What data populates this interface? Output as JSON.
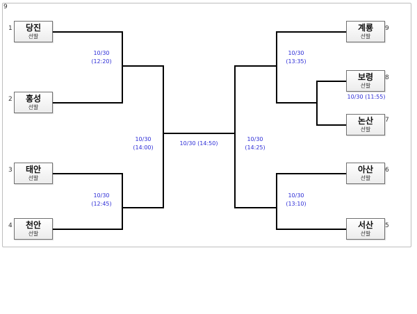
{
  "corner_label": "9",
  "teams": [
    {
      "seed": "1",
      "name": "당진",
      "status": "선발"
    },
    {
      "seed": "2",
      "name": "홍성",
      "status": "선발"
    },
    {
      "seed": "3",
      "name": "태안",
      "status": "선발"
    },
    {
      "seed": "4",
      "name": "천안",
      "status": "선발"
    },
    {
      "seed": "9",
      "name": "계룡",
      "status": "선발"
    },
    {
      "seed": "8",
      "name": "보령",
      "status": "선발"
    },
    {
      "seed": "7",
      "name": "논산",
      "status": "선발"
    },
    {
      "seed": "6",
      "name": "아산",
      "status": "선발"
    },
    {
      "seed": "5",
      "name": "서산",
      "status": "선발"
    }
  ],
  "matches": {
    "left_top": {
      "date": "10/30",
      "time": "(12:20)"
    },
    "left_bottom": {
      "date": "10/30",
      "time": "(12:45)"
    },
    "left_semi": {
      "date": "10/30",
      "time": "(14:00)"
    },
    "final": "10/30 (14:50)",
    "right_semi": {
      "date": "10/30",
      "time": "(14:25)"
    },
    "right_top": {
      "date": "10/30",
      "time": "(13:35)"
    },
    "right_playin": "10/30 (11:55)",
    "right_bottom": {
      "date": "10/30",
      "time": "(13:10)"
    }
  }
}
